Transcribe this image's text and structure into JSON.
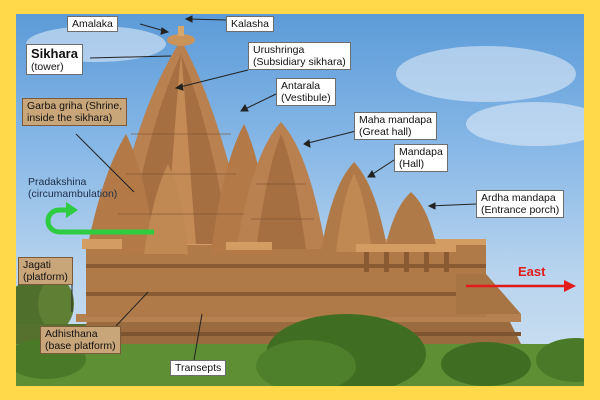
{
  "colors": {
    "frame": "#ffd94a",
    "label_box": "#ffffff",
    "highlight_box": "#c9a67a",
    "circumambulation_arrow": "#2ecc40",
    "east_arrow": "#e21b1b"
  },
  "labels": {
    "amalaka": {
      "text": "Amalaka"
    },
    "kalasha": {
      "text": "Kalasha"
    },
    "sikhara": {
      "title": "Sikhara",
      "sub": "(tower)"
    },
    "urushringa": {
      "title": "Urushringa",
      "sub": "(Subsidiary sikhara)"
    },
    "antarala": {
      "title": "Antarala",
      "sub": "(Vestibule)"
    },
    "garba_griha": {
      "title": "Garba griha (Shrine,",
      "sub": "inside the sikhara)"
    },
    "maha_mandapa": {
      "title": "Maha mandapa",
      "sub": "(Great hall)"
    },
    "mandapa": {
      "title": "Mandapa",
      "sub": "(Hall)"
    },
    "pradakshina": {
      "title": "Pradakshina",
      "sub": "(circumambulation)"
    },
    "ardha_mandapa": {
      "title": "Ardha mandapa",
      "sub": "(Entrance porch)"
    },
    "jagati": {
      "title": "Jagati",
      "sub": "(platform)"
    },
    "east": {
      "text": "East"
    },
    "adhisthana": {
      "title": "Adhisthana",
      "sub": "(base platform)"
    },
    "transepts": {
      "text": "Transepts"
    }
  },
  "icons": [
    "circumambulation-arrow-icon",
    "east-arrow-icon"
  ]
}
